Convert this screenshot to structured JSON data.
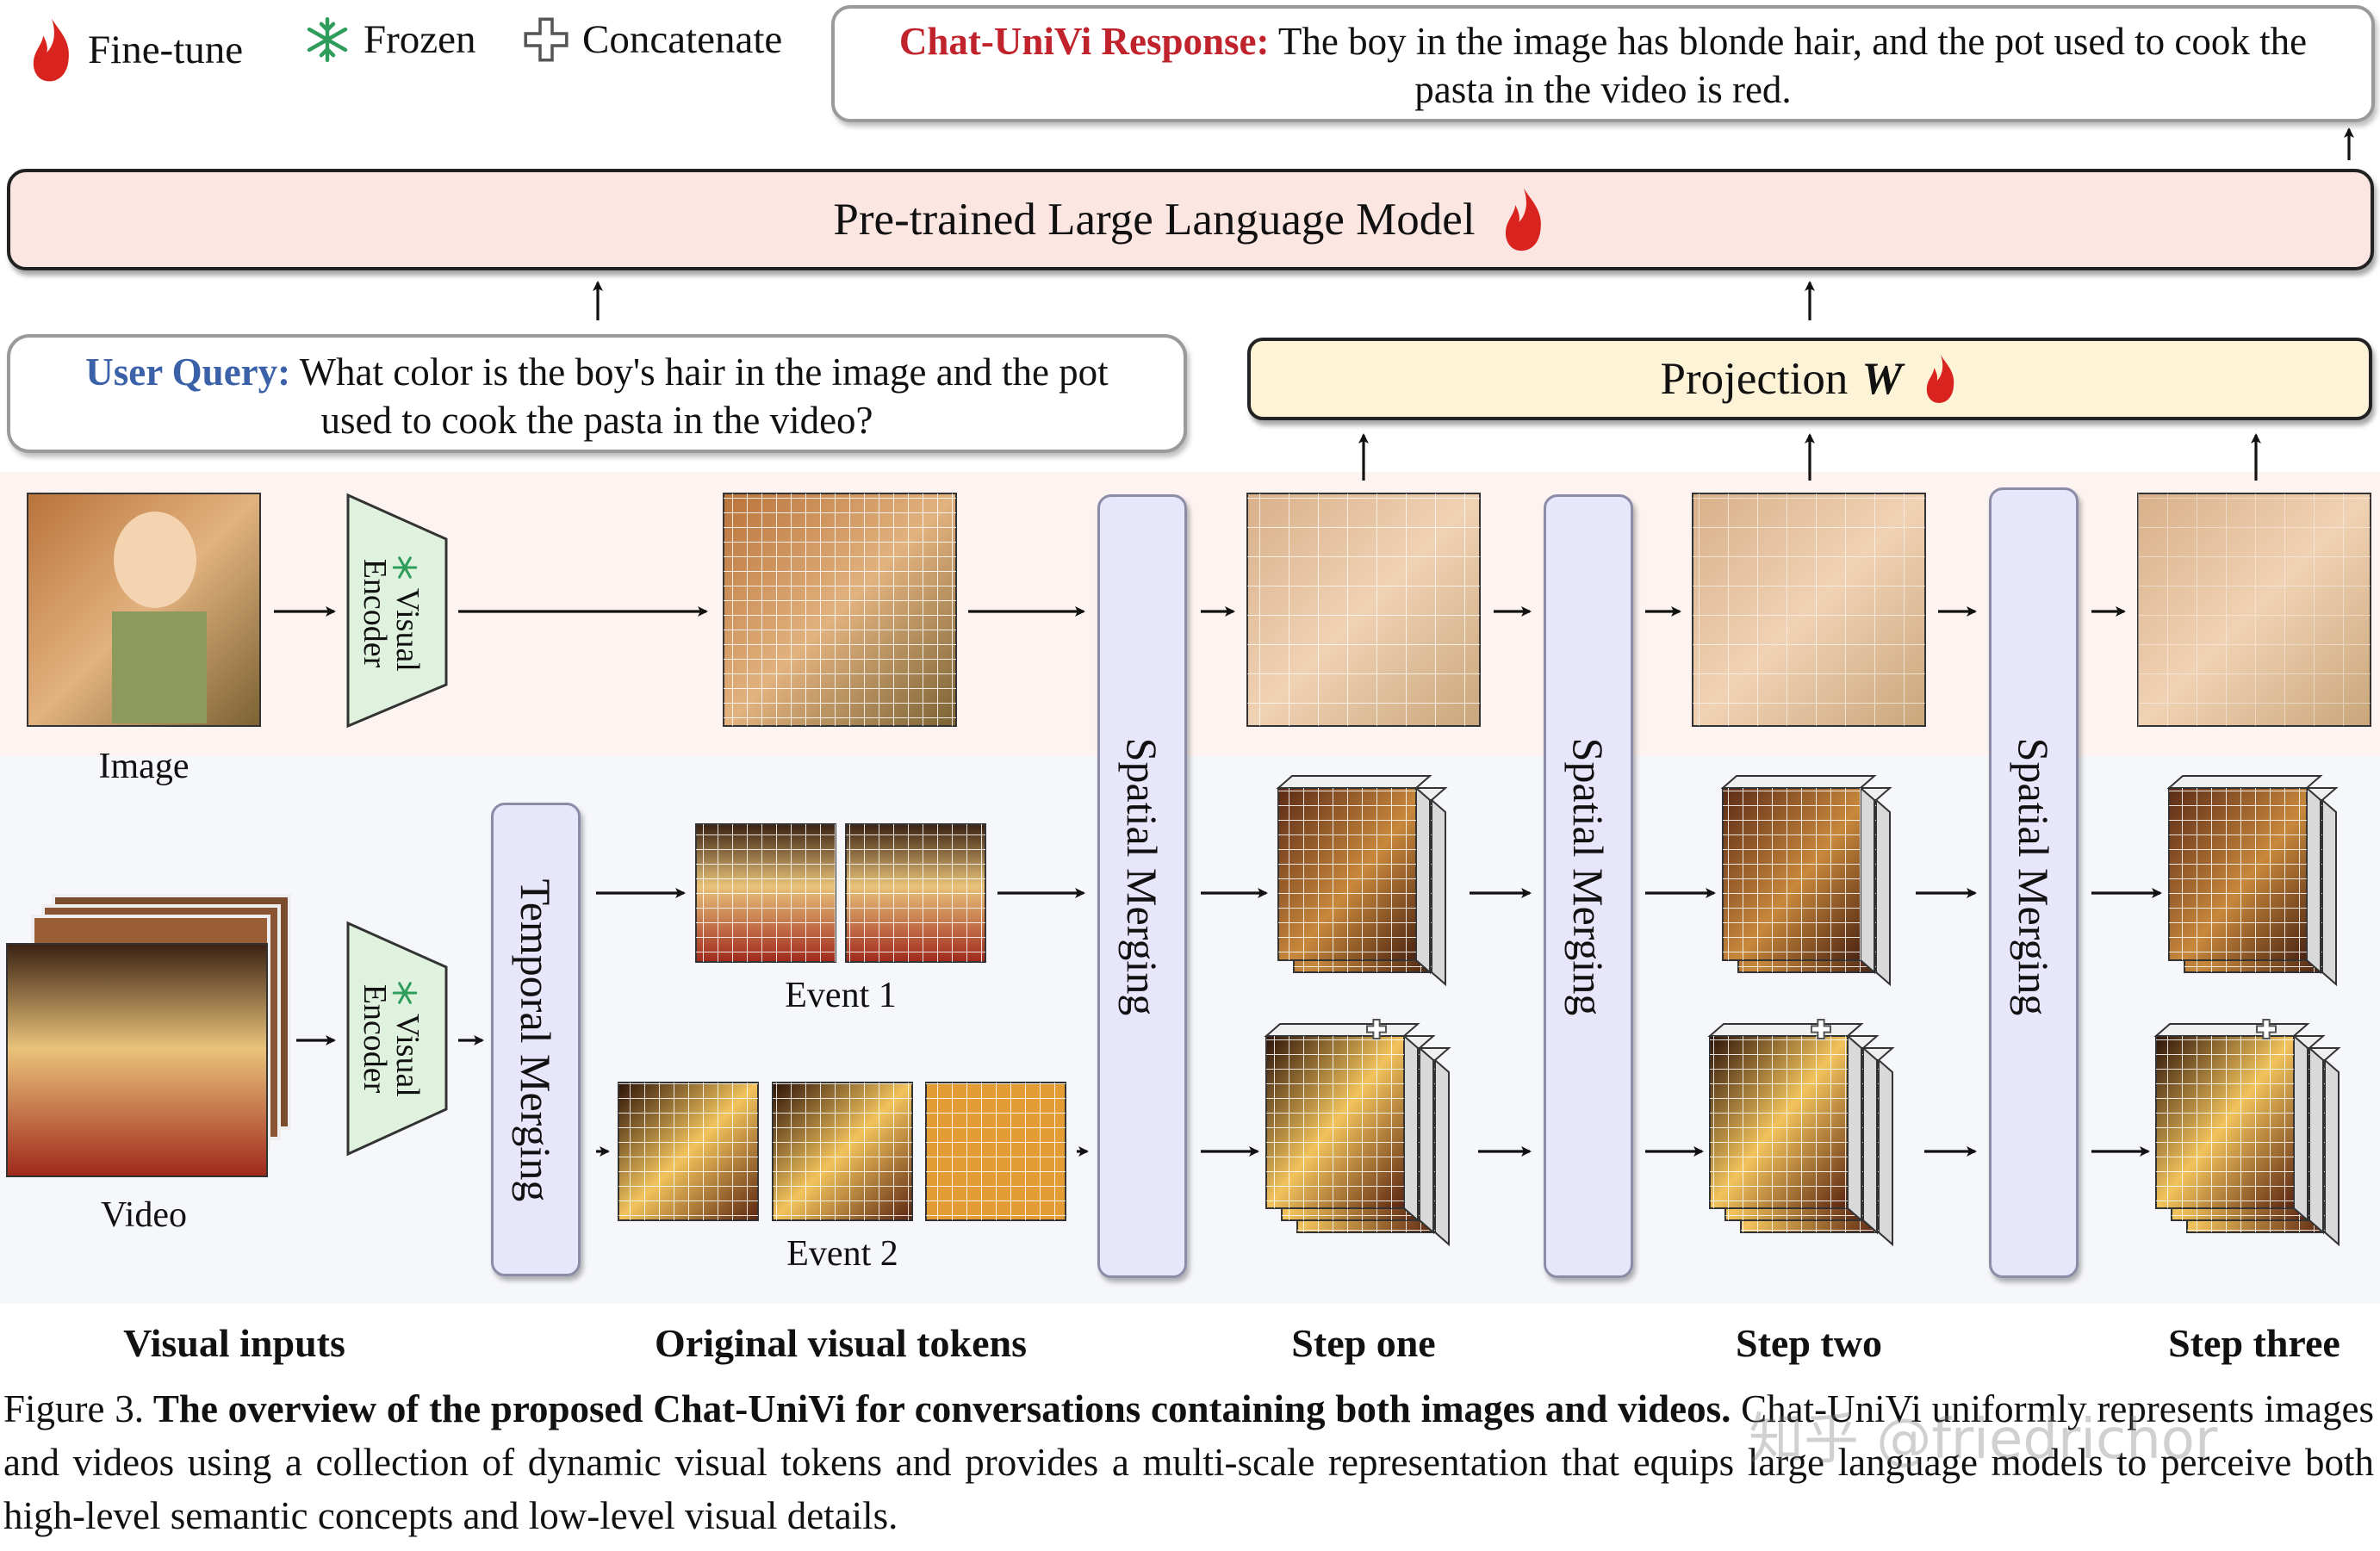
{
  "legend": {
    "finetune_label": "Fine-tune",
    "frozen_label": "Frozen",
    "concat_label": "Concatenate"
  },
  "response": {
    "prefix": "Chat-UniVi Response:",
    "text_line1": " The boy in the image has blonde hair, and the pot used to cook the",
    "text_line2": "pasta in the video is red."
  },
  "llm": {
    "label": "Pre-trained Large Language Model"
  },
  "query": {
    "prefix": "User Query:",
    "text_line1": " What color is the boy's hair in the image and the pot",
    "text_line2": "used to cook the pasta in the video?"
  },
  "projection": {
    "label": "Projection",
    "symbol": "W"
  },
  "encoder": {
    "label_line1": "Visual",
    "label_line2": "Encoder"
  },
  "temporal_merging": "Temporal  Merging",
  "spatial_merging": "Spatial  Merging",
  "inputs": {
    "image_label": "Image",
    "video_label": "Video"
  },
  "events": {
    "event1": "Event 1",
    "event2": "Event 2"
  },
  "stages": {
    "visual_inputs": "Visual inputs",
    "original_tokens": "Original visual tokens",
    "step_one": "Step one",
    "step_two": "Step two",
    "step_three": "Step three"
  },
  "caption": {
    "figure_no": "Figure 3.",
    "bold": " The overview of the proposed Chat-UniVi for conversations containing both images and videos.",
    "rest": " Chat-UniVi uniformly represents images and videos using a collection of dynamic visual tokens and provides a multi-scale representation that equips large language models to perceive both high-level semantic concepts and low-level visual details."
  },
  "watermark": "知乎 @friedrichor",
  "icons": {
    "finetune": "flame-icon",
    "frozen": "snowflake-icon",
    "concat": "plus-icon"
  },
  "colors": {
    "flame": "#d8231f",
    "frozen": "#2e9c5a",
    "llm_bg": "#fce6e1",
    "projection_bg": "#fdf3d6",
    "merging_bg": "#e7e6fa",
    "encoder_bg": "#dff2de",
    "response_prefix": "#c0232b",
    "query_prefix": "#3b61a8"
  }
}
